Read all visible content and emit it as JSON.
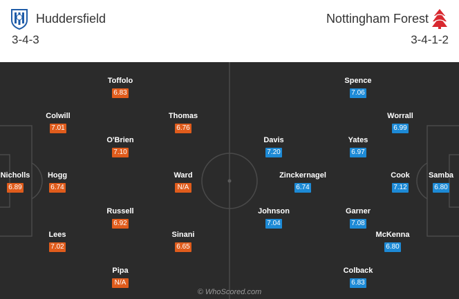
{
  "header": {
    "home": {
      "name": "Huddersfield",
      "formation": "3-4-3",
      "crest_icon": "huddersfield-crest-icon"
    },
    "away": {
      "name": "Nottingham Forest",
      "formation": "3-4-1-2",
      "crest_icon": "nottingham-forest-crest-icon"
    }
  },
  "colors": {
    "home_rating": "#e05c1c",
    "away_rating": "#1d8ad6",
    "pitch": "#2b2b2b"
  },
  "home_players": [
    {
      "name": "Nicholls",
      "rating": "6.89"
    },
    {
      "name": "Hogg",
      "rating": "6.74"
    },
    {
      "name": "Colwill",
      "rating": "7.01"
    },
    {
      "name": "Lees",
      "rating": "7.02"
    },
    {
      "name": "Toffolo",
      "rating": "6.83"
    },
    {
      "name": "O'Brien",
      "rating": "7.10"
    },
    {
      "name": "Russell",
      "rating": "6.92"
    },
    {
      "name": "Pipa",
      "rating": "N/A"
    },
    {
      "name": "Thomas",
      "rating": "6.76"
    },
    {
      "name": "Ward",
      "rating": "N/A"
    },
    {
      "name": "Sinani",
      "rating": "6.65"
    }
  ],
  "away_players": [
    {
      "name": "Samba",
      "rating": "6.80"
    },
    {
      "name": "Cook",
      "rating": "7.12"
    },
    {
      "name": "Worrall",
      "rating": "6.99"
    },
    {
      "name": "McKenna",
      "rating": "6.80"
    },
    {
      "name": "Spence",
      "rating": "7.06"
    },
    {
      "name": "Yates",
      "rating": "6.97"
    },
    {
      "name": "Garner",
      "rating": "7.08"
    },
    {
      "name": "Colback",
      "rating": "6.83"
    },
    {
      "name": "Zinckernagel",
      "rating": "6.74"
    },
    {
      "name": "Davis",
      "rating": "7.20"
    },
    {
      "name": "Johnson",
      "rating": "7.04"
    }
  ],
  "watermark": "© WhoScored.com"
}
